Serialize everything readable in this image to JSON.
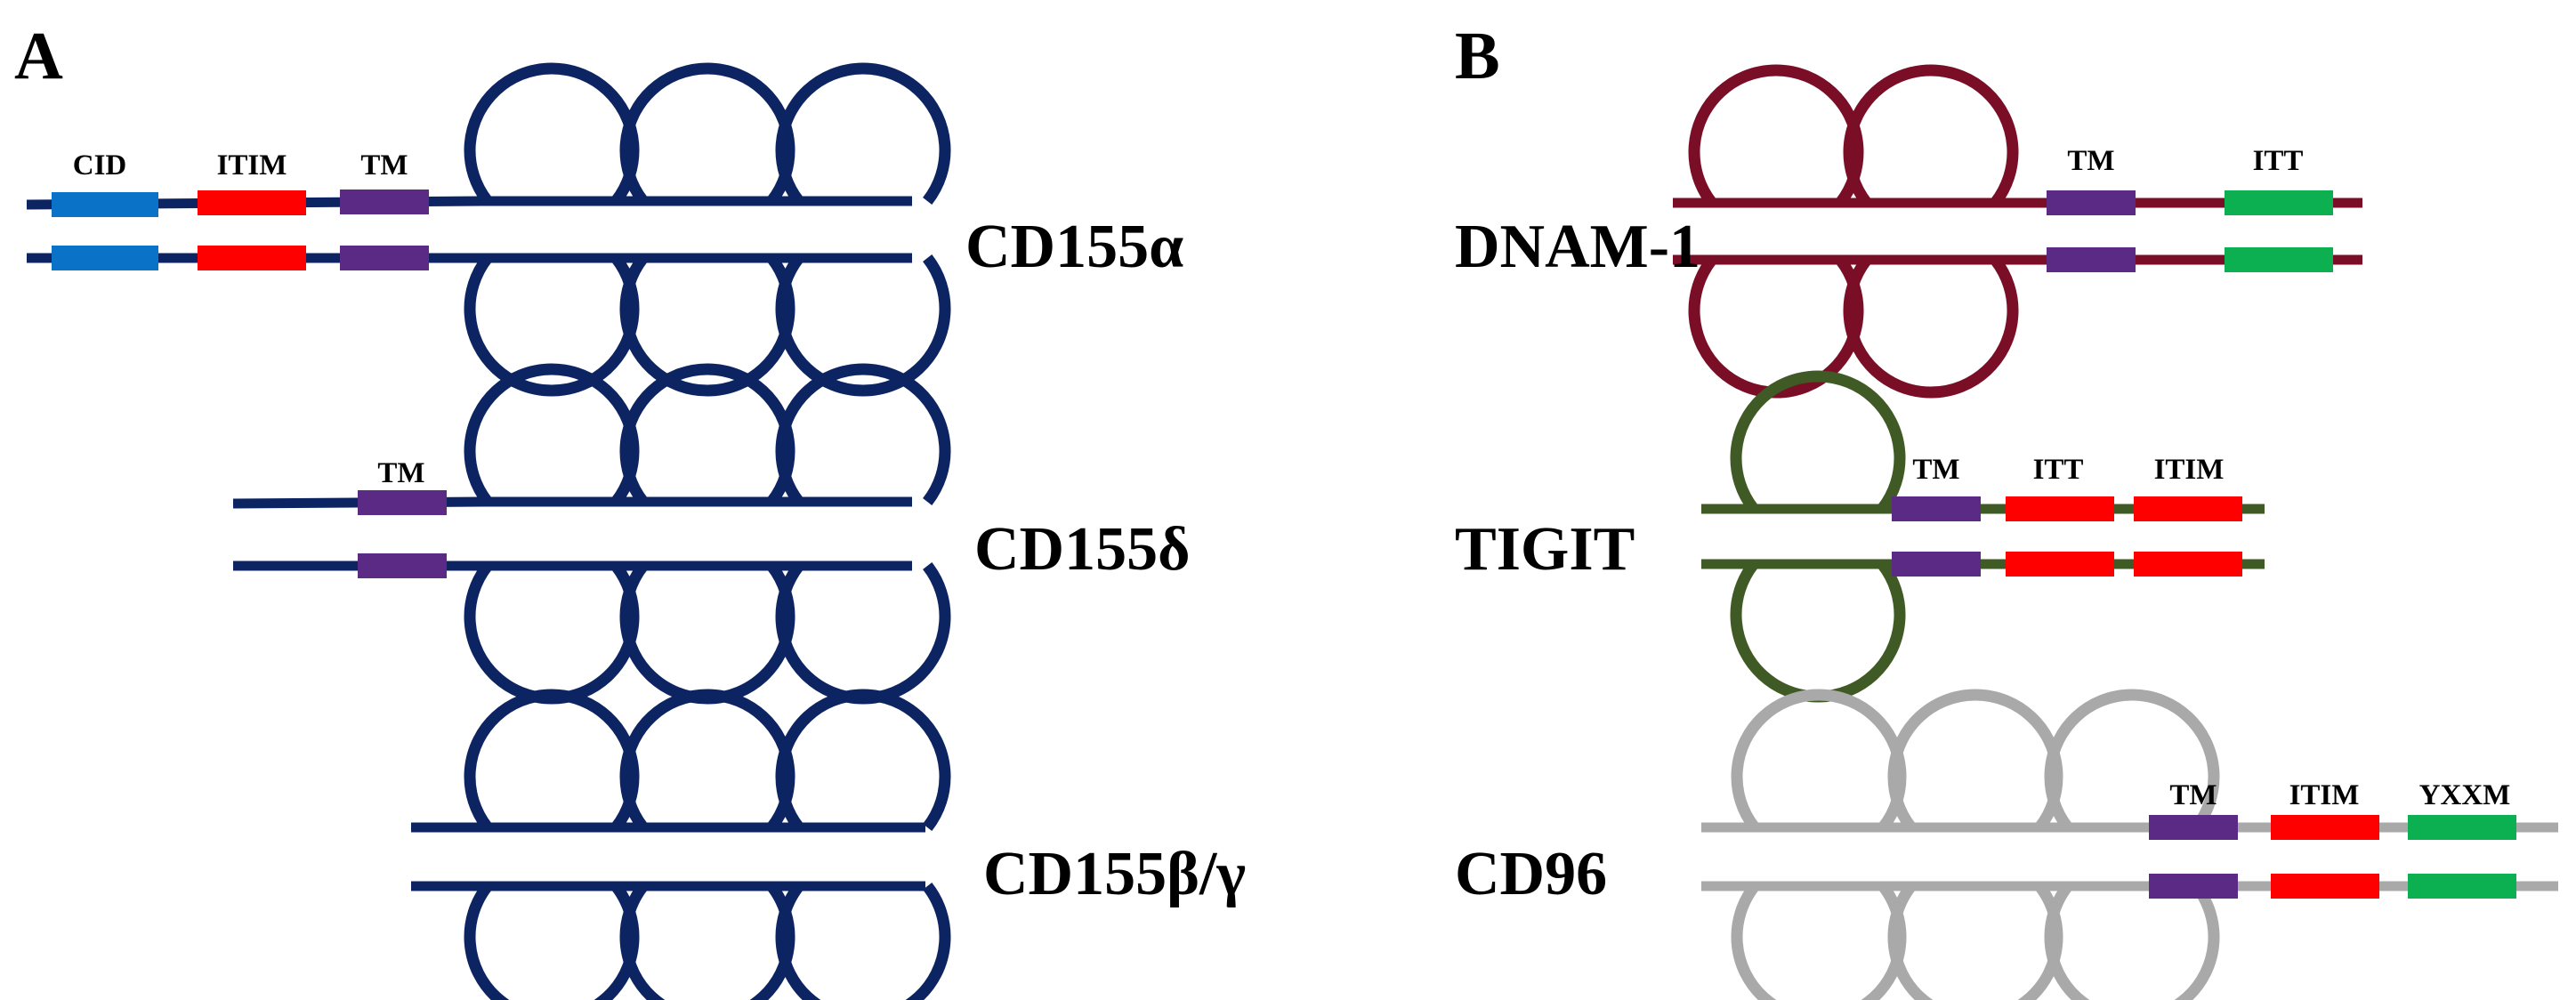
{
  "colors": {
    "navy": "#0d2463",
    "maroon": "#7a0e26",
    "olive": "#3f5a24",
    "gray": "#a9a9a9",
    "cid_blue": "#0a73c8",
    "itim_red": "#ff0000",
    "tm_purple": "#5a2a84",
    "itt_green": "#0cb051"
  },
  "panels": {
    "a": {
      "letter": "A"
    },
    "b": {
      "letter": "B"
    }
  },
  "proteins": {
    "cd155a": {
      "label": "CD155α"
    },
    "cd155d": {
      "label": "CD155δ"
    },
    "cd155bg": {
      "label": "CD155β/γ"
    },
    "dnam1": {
      "label": "DNAM-1"
    },
    "tigit": {
      "label": "TIGIT"
    },
    "cd96": {
      "label": "CD96"
    }
  },
  "domains": {
    "cid": "CID",
    "itim": "ITIM",
    "tm": "TM",
    "itt": "ITT",
    "yxxm": "YXXM"
  }
}
